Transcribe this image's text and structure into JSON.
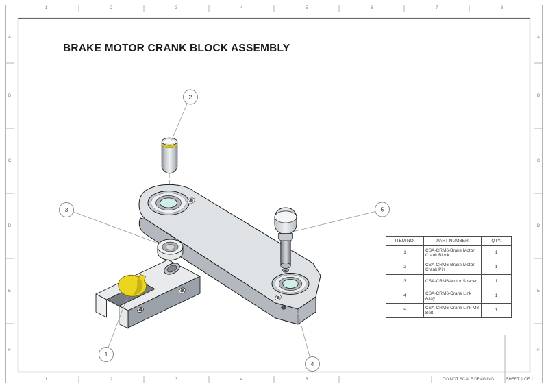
{
  "sheet": {
    "title": "BRAKE MOTOR CRANK BLOCK ASSEMBLY",
    "zone_columns": [
      "1",
      "2",
      "3",
      "4",
      "5",
      "6",
      "7",
      "8"
    ],
    "zone_rows": [
      "A",
      "B",
      "C",
      "D",
      "E",
      "F"
    ],
    "footer": {
      "do_not_scale": "DO NOT SCALE DRAWING",
      "sheet_label": "SHEET 1 OF 1"
    }
  },
  "bom": {
    "headers": {
      "item": "ITEM NO.",
      "part": "PART NUMBER",
      "qty": "QTY."
    },
    "rows": [
      {
        "item": "1",
        "part": "CSA-CRM6-Brake Motor Crank Block",
        "qty": "1"
      },
      {
        "item": "2",
        "part": "CSA-CRM6-Brake Motor Crank Pin",
        "qty": "1"
      },
      {
        "item": "3",
        "part": "CSA-CRM6-Motor Spacer",
        "qty": "1"
      },
      {
        "item": "4",
        "part": "CSA-CRM6-Crank Link Assy",
        "qty": "1"
      },
      {
        "item": "5",
        "part": "CSA-CRM6-Crank Link M8 Bolt",
        "qty": "1"
      }
    ]
  },
  "balloons": [
    {
      "label": "1"
    },
    {
      "label": "2"
    },
    {
      "label": "3"
    },
    {
      "label": "4"
    },
    {
      "label": "5"
    }
  ],
  "colors": {
    "highlight_yellow": "#ecd51e",
    "bearing_bore_cyan": "#cfeee7",
    "metal_light": "#dfe2e5",
    "metal_dark": "#b4b9bf",
    "frame_gray": "#b0b0b0"
  }
}
